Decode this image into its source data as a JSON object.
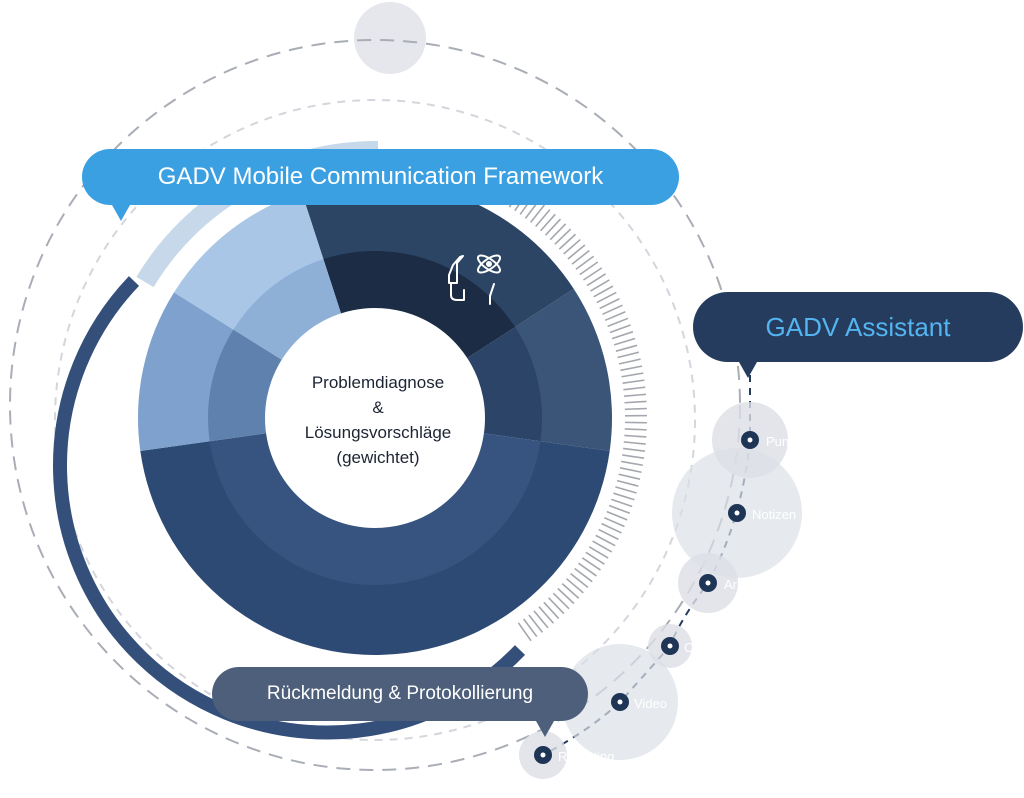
{
  "framework_label": "GADV Mobile Communication Framework",
  "assistant_label": "GADV Assistant",
  "feedback_label": "Rückmeldung & Protokollierung",
  "center": {
    "line1": "Problemdiagnose",
    "line2": "&",
    "line3": "Lösungsvorschläge",
    "line4": "(gewichtet)"
  },
  "timeline_items": [
    {
      "label": "Pun"
    },
    {
      "label": "Notizen"
    },
    {
      "label": "Ar"
    },
    {
      "label": "C"
    },
    {
      "label": "Video"
    },
    {
      "label": "Reporting"
    }
  ],
  "colors": {
    "framework_blue": "#3aa0e2",
    "assistant_navy": "#263c5e",
    "assistant_text": "#53b4f0",
    "feedback_gray": "#4d5f7b",
    "ring_navy": "#2f4b74",
    "dot_navy": "#1f3556"
  },
  "icons": {
    "segment_icon": "head-with-atom-icon"
  }
}
